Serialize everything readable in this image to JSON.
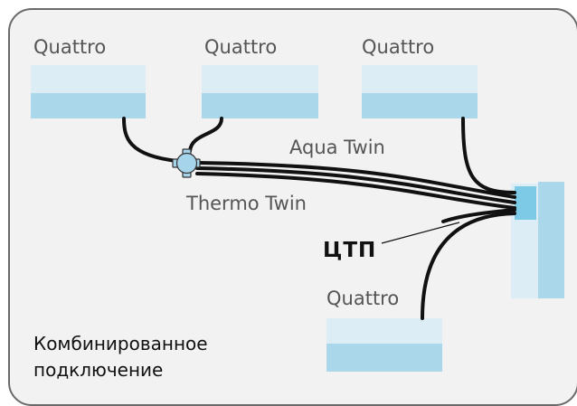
{
  "colors": {
    "frame_border": "#6a6a6a",
    "frame_background": "#f2f2f2",
    "tank_light": "#dcedf5",
    "tank_dark": "#aad8ea",
    "pipe": "#111111",
    "connector": "#a6d4ea",
    "hub_accent": "#7dcae6"
  },
  "units": {
    "unit1": "Quattro",
    "unit2": "Quattro",
    "unit3": "Quattro",
    "unit4": "Quattro"
  },
  "labels": {
    "aqua_twin": "Aqua Twin",
    "thermo_twin": "Thermo Twin",
    "ctp": "ЦТП"
  },
  "caption": {
    "line1": "Комбинированное",
    "line2": "подключение"
  }
}
